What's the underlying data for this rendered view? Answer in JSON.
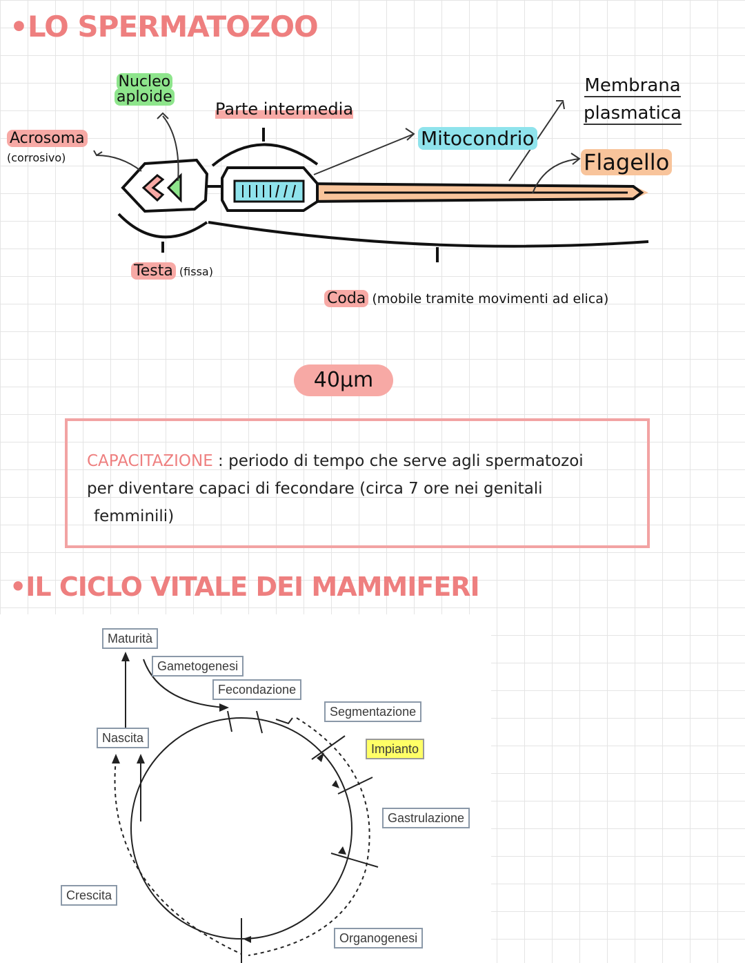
{
  "section1": {
    "title": "•LO SPERMATOZOO",
    "labels": {
      "nucleus_line1": "Nucleo",
      "nucleus_line2": "aploide",
      "middle_piece": "Parte intermedia",
      "membrane_line1": "Membrana",
      "membrane_line2": "plasmatica",
      "acrosome": "Acrosoma",
      "acrosome_note": "(corrosivo)",
      "mitochondrion": "Mitocondrio",
      "flagellum": "Flagello",
      "head": "Testa",
      "head_note": "(fissa)",
      "tail": "Coda",
      "tail_note": "(mobile tramite movimenti ad elica)"
    },
    "scale": "40μm"
  },
  "capacitation": {
    "term": "CAPACITAZIONE",
    "separator": " : ",
    "line1_rest": "periodo di tempo che serve agli spermatozoi",
    "line2": "per diventare capaci di fecondare (circa 7 ore nei genitali",
    "line3": "femminili)"
  },
  "section2": {
    "title": "•IL CICLO VITALE DEI MAMMIFERI",
    "stages": {
      "maturity": "Maturità",
      "gametogenesis": "Gametogenesi",
      "fertilization": "Fecondazione",
      "segmentation": "Segmentazione",
      "birth": "Nascita",
      "implantation": "Impianto",
      "gastrulation": "Gastrulazione",
      "growth": "Crescita",
      "organogenesis": "Organogenesi"
    }
  },
  "colors": {
    "accent_pink": "#ee7f7f",
    "highlight_green": "#8ee58c",
    "highlight_cyan": "#8fe3ec",
    "highlight_peach": "#f8c49b",
    "impianto_yellow": "#ffff66"
  }
}
